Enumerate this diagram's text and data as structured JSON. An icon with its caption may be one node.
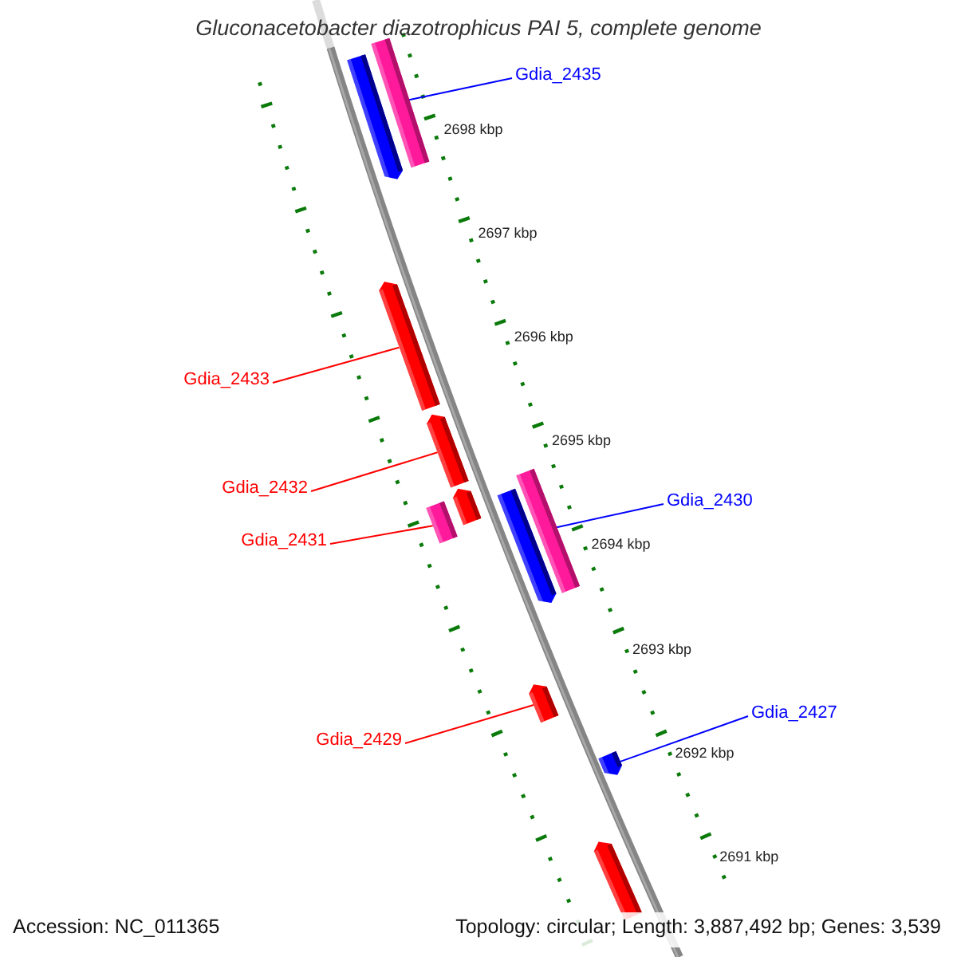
{
  "diagram": {
    "title": "Gluconacetobacter diazotrophicus PAI 5, complete genome",
    "nodes": [
      {
        "text": [
          "Gdia_2435"
        ]
      },
      {
        "text": [],
        "shape": "bar"
      },
      {
        "text": [],
        "shape": "bar"
      },
      {
        "text": [],
        "shape": "bar"
      },
      {
        "text": [
          "Gdia_2433"
        ]
      },
      {
        "text": [],
        "shape": "bar"
      },
      {
        "text": [
          "Gdia_2432"
        ]
      },
      {
        "text": [],
        "shape": "bar"
      },
      {
        "text": [],
        "shape": "bar"
      },
      {
        "text": [
          "Gdia_2430"
        ]
      },
      {
        "text": [
          "Gdia_2431"
        ]
      },
      {
        "text": [],
        "shape": "bar"
      },
      {
        "text": [],
        "shape": "bar"
      },
      {
        "text": [],
        "shape": "bar"
      },
      {
        "text": [
          "Gdia_2427"
        ]
      },
      {
        "text": [
          "Gdia_2429"
        ]
      },
      {
        "text": [],
        "shape": "bar"
      },
      {
        "text": [],
        "shape": "bar"
      }
    ],
    "edges": [
      {
        "from": 0,
        "to": 2,
        "arrow": "none",
        "color": "#0000ff"
      },
      {
        "from": 4,
        "to": 3,
        "arrow": "none"
      },
      {
        "from": 6,
        "to": 5,
        "arrow": "none"
      },
      {
        "from": 10,
        "to": 8,
        "arrow": "none"
      },
      {
        "from": 9,
        "to": 12,
        "arrow": "none",
        "color": "#0000ff"
      },
      {
        "from": 15,
        "to": 13,
        "arrow": "none"
      },
      {
        "from": 14,
        "to": 16,
        "arrow": "none",
        "color": "#0000ff"
      }
    ],
    "labels": [
      "2698 kbp",
      "2697 kbp",
      "2696 kbp",
      "2695 kbp",
      "2694 kbp",
      "2693 kbp",
      "2692 kbp",
      "2691 kbp",
      "Accession: NC_011365",
      "Topology: circular; Length: 3,887,492 bp; Genes: 3,539"
    ]
  }
}
